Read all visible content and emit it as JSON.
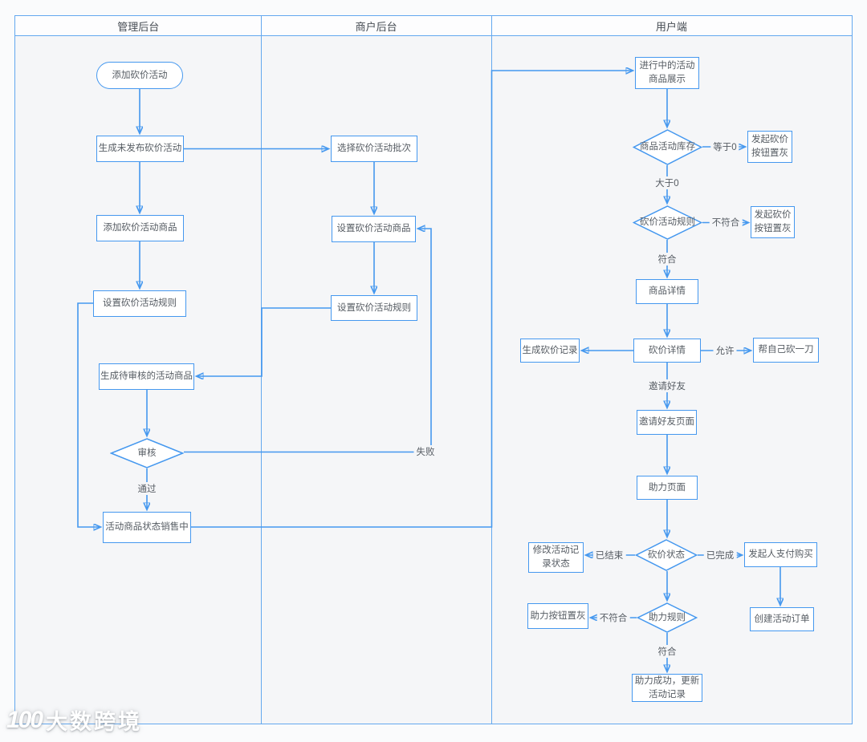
{
  "lanes": {
    "admin": "管理后台",
    "merchant": "商户后台",
    "user": "用户端"
  },
  "nodes": {
    "start": "添加砍价活动",
    "gen_unpublished": "生成未发布砍价活动",
    "add_goods": "添加砍价活动商品",
    "set_rules_admin": "设置砍价活动规则",
    "gen_pending": "生成待审核的活动商品",
    "audit": "审核",
    "goods_on_sale": "活动商品状态销售中",
    "select_batch": "选择砍价活动批次",
    "set_goods_merchant": "设置砍价活动商品",
    "set_rules_merchant": "设置砍价活动规则",
    "ongoing_display": "进行中的活动商品展示",
    "stock_check": "商品活动库存",
    "gray_btn_1": "发起砍价按钮置灰",
    "rules_check": "砍价活动规则",
    "gray_btn_2": "发起砍价按钮置灰",
    "goods_detail": "商品详情",
    "bargain_detail": "砍价详情",
    "gen_record": "生成砍价记录",
    "self_cut": "帮自己砍一刀",
    "invite_page": "邀请好友页面",
    "assist_page": "助力页面",
    "bargain_status": "砍价状态",
    "modify_record": "修改活动记录状态",
    "initiator_pay": "发起人支付购买",
    "assist_rules": "助力规则",
    "assist_gray": "助力按钮置灰",
    "create_order": "创建活动订单",
    "assist_success": "助力成功，更新活动记录"
  },
  "edge_labels": {
    "pass": "通过",
    "fail": "失败",
    "eq0": "等于0",
    "gt0": "大于0",
    "no_match_1": "不符合",
    "match_1": "符合",
    "allow": "允许",
    "invite": "邀请好友",
    "ended": "已结束",
    "completed": "已完成",
    "no_match_2": "不符合",
    "match_2": "符合"
  },
  "watermark": {
    "logo": "100",
    "text": "大数跨境"
  },
  "colors": {
    "line_blue": "#4598ef",
    "lane_border_blue": "#63a8ef",
    "lane_bg": "#f5f6f8",
    "node_text": "#565c63"
  }
}
